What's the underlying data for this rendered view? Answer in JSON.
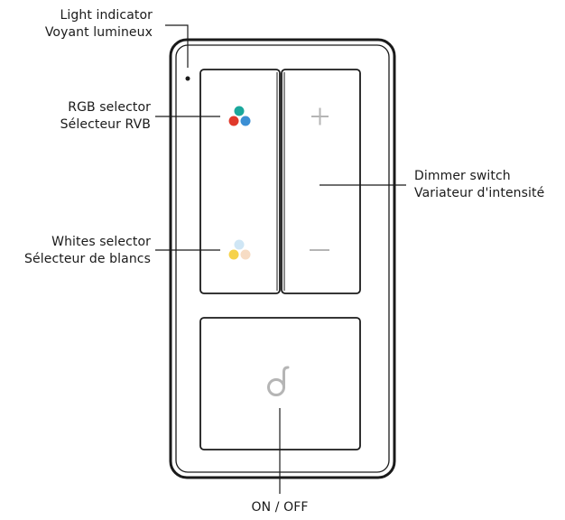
{
  "labels": {
    "light_indicator": {
      "en": "Light indicator",
      "fr": "Voyant lumineux"
    },
    "rgb_selector": {
      "en": "RGB selector",
      "fr": "Sélecteur RVB"
    },
    "whites_selector": {
      "en": "Whites selector",
      "fr": "Sélecteur de blancs"
    },
    "dimmer_switch": {
      "en": "Dimmer switch",
      "fr": "Variateur d'intensité"
    },
    "on_off": "ON / OFF"
  },
  "buttons": {
    "plus_symbol": "+",
    "minus_symbol": "—"
  },
  "colors": {
    "frame_outline": "#1a1a1a",
    "symbol_gray": "#b5b5b5",
    "rgb_teal": "#1aa89c",
    "rgb_red": "#e0392b",
    "rgb_blue": "#3b8fd4",
    "white_blue": "#cfe6f5",
    "white_yellow": "#f6d24a",
    "white_peach": "#f7dcc4"
  },
  "icons": {
    "logo": "d-logo-icon"
  }
}
